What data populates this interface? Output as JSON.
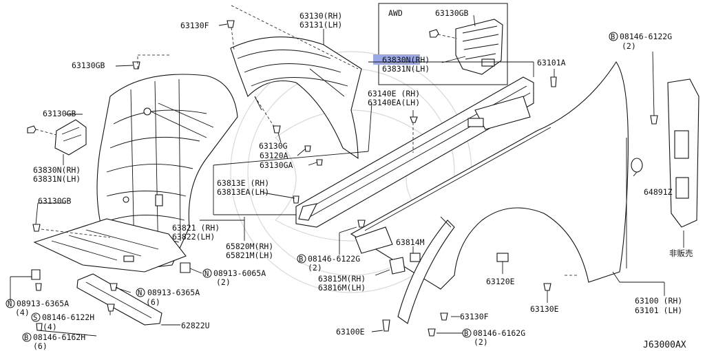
{
  "highlight_color": "#9aa8e8",
  "awd_box": {
    "title": "AWD",
    "part_63130GB": "63130GB",
    "part_63830N": "63830N(RH)",
    "part_63831N": "63831N(LH)"
  },
  "labels": {
    "p63130F_top": "63130F",
    "p63130_rh": "63130(RH)",
    "p63131_lh": "63131(LH)",
    "p63130GB_left": "63130GB",
    "p63130GB_side": "63130GB",
    "p63830N_rh": "63830N(RH)",
    "p63831N_lh": "63831N(LH)",
    "p63130GB_lower": "63130GB",
    "p63130G": "63130G",
    "p63120A": "63120A",
    "p63130GA": "63130GA",
    "p63140E_rh": "63140E (RH)",
    "p63140EA_lh": "63140EA(LH)",
    "p63101A": "63101A",
    "p08146_6122G_top": "08146-6122G",
    "p08146_6122G_top_qty": "(2)",
    "p63813E_rh": "63813E (RH)",
    "p63813EA_lh": "63813EA(LH)",
    "p64891Z": "64891Z",
    "p63821_rh": "63821 (RH)",
    "p63822_lh": "63822(LH)",
    "p65820M_rh": "65820M(RH)",
    "p65821M_lh": "65821M(LH)",
    "p08146_6122G_mid": "08146-6122G",
    "p08146_6122G_mid_qty": "(2)",
    "p63814M": "63814M",
    "p08913_6065A": "08913-6065A",
    "p08913_6065A_qty": "(2)",
    "p63815M_rh": "63815M(RH)",
    "p63816M_lh": "63816M(LH)",
    "p63120E": "63120E",
    "p08913_6365A_right": "08913-6365A",
    "p08913_6365A_right_qty": "(6)",
    "p08913_6365A_left": "08913-6365A",
    "p08913_6365A_left_qty": "(4)",
    "p08146_6122H": "08146-6122H",
    "p08146_6122H_qty": "(4)",
    "p62822U": "62822U",
    "p08146_6162H": "08146-6162H",
    "p08146_6162H_qty": "(6)",
    "p63130F_bottom": "63130F",
    "p63100E": "63100E",
    "p08146_6162G": "08146-6162G",
    "p08146_6162G_qty": "(2)",
    "p63130E": "63130E",
    "p63100_rh": "63100 (RH)",
    "p63101_lh": "63101 (LH)",
    "not_for_sale": "非販売",
    "diagram_code": "J63000AX"
  },
  "symbols": {
    "bolt_B": "B",
    "nut_N": "N",
    "screw_S": "S"
  }
}
